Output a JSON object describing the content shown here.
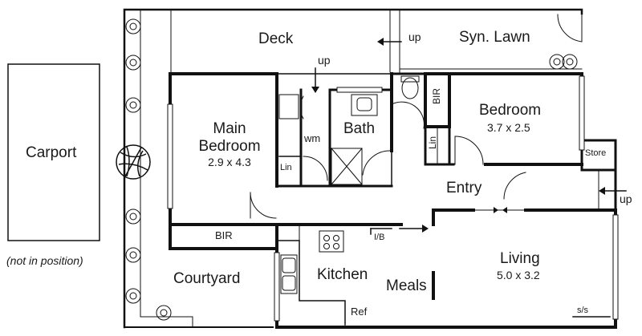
{
  "rooms": {
    "deck": "Deck",
    "syn_lawn": "Syn. Lawn",
    "main_bedroom": "Main\nBedroom",
    "main_bedroom_dim": "2.9 x 4.3",
    "bath": "Bath",
    "bedroom": "Bedroom",
    "bedroom_dim": "3.7 x 2.5",
    "entry": "Entry",
    "kitchen": "Kitchen",
    "meals": "Meals",
    "living": "Living",
    "living_dim": "5.0 x 3.2",
    "courtyard": "Courtyard",
    "carport": "Carport",
    "carport_note": "(not in position)"
  },
  "fixtures": {
    "bir_bottom": "BIR",
    "bir_side": "BIR",
    "lin_left": "Lin",
    "lin_right": "Lin",
    "wm": "wm",
    "store": "Store",
    "ib": "I/B",
    "ref": "Ref",
    "ss": "s/s"
  },
  "markers": {
    "up_deck": "up",
    "up_top": "up",
    "up_right": "up"
  }
}
